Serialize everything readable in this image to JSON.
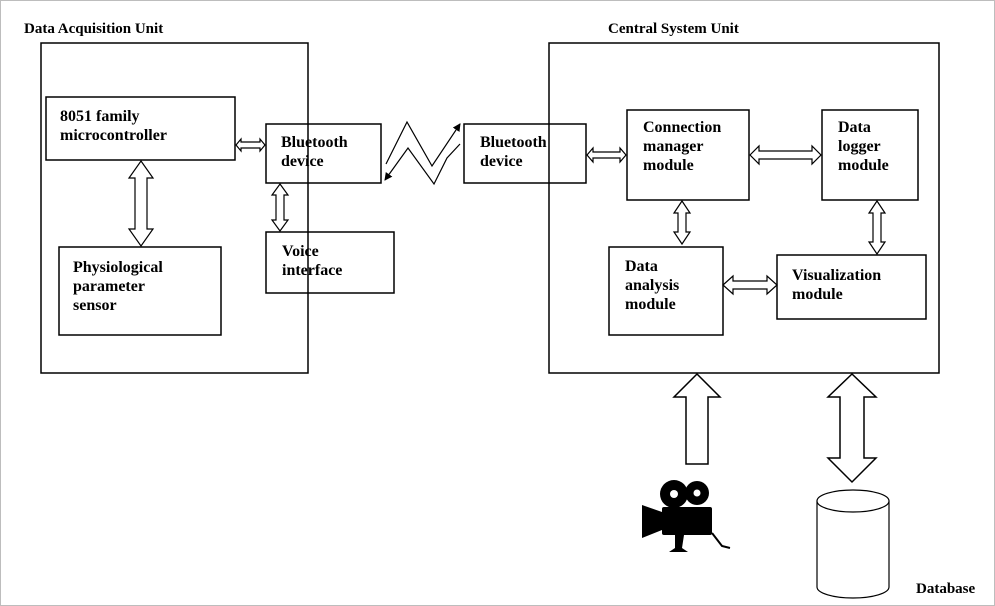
{
  "units": {
    "acquisition": {
      "title": "Data Acquisition Unit"
    },
    "central": {
      "title": "Central System Unit"
    }
  },
  "nodes": {
    "microcontroller": "8051 family\nmicrocontroller",
    "sensor": "Physiological\nparameter\nsensor",
    "bt_left": "Bluetooth\ndevice",
    "voice": "Voice\ninterface",
    "bt_right": "Bluetooth\ndevice",
    "connection": "Connection\nmanager\nmodule",
    "logger": "Data\nlogger\nmodule",
    "analysis": "Data\nanalysis\nmodule",
    "visualization": "Visualization\nmodule"
  },
  "external": {
    "camera_icon": "video-camera-icon",
    "database_label": "Database"
  }
}
